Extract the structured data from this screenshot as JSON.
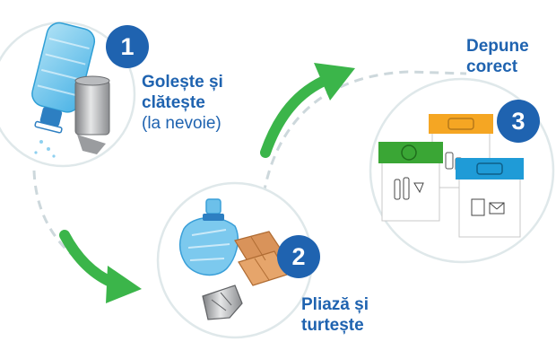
{
  "colors": {
    "accent_blue": "#1f63b0",
    "arrow_green": "#3bb54a",
    "dash_gray": "#cdd8dc",
    "circle_stroke": "#dfe8ea",
    "bin_green": "#3aa635",
    "bin_yellow": "#f5a623",
    "bin_blue": "#1f9bd7"
  },
  "steps": [
    {
      "number": "1",
      "title_line1": "Golește și",
      "title_line2": "clătește",
      "note": "(la nevoie)",
      "icons": [
        "plastic-bottle-icon",
        "tin-can-icon"
      ]
    },
    {
      "number": "2",
      "title_line1": "Pliază și",
      "title_line2": "turtește",
      "icons": [
        "crushed-bottle-icon",
        "folded-cardboard-icon",
        "crushed-can-icon"
      ]
    },
    {
      "number": "3",
      "title_line1": "Depune",
      "title_line2": "corect",
      "icons": [
        "green-recycling-bin-icon",
        "yellow-recycling-bin-icon",
        "blue-recycling-bin-icon"
      ]
    }
  ]
}
